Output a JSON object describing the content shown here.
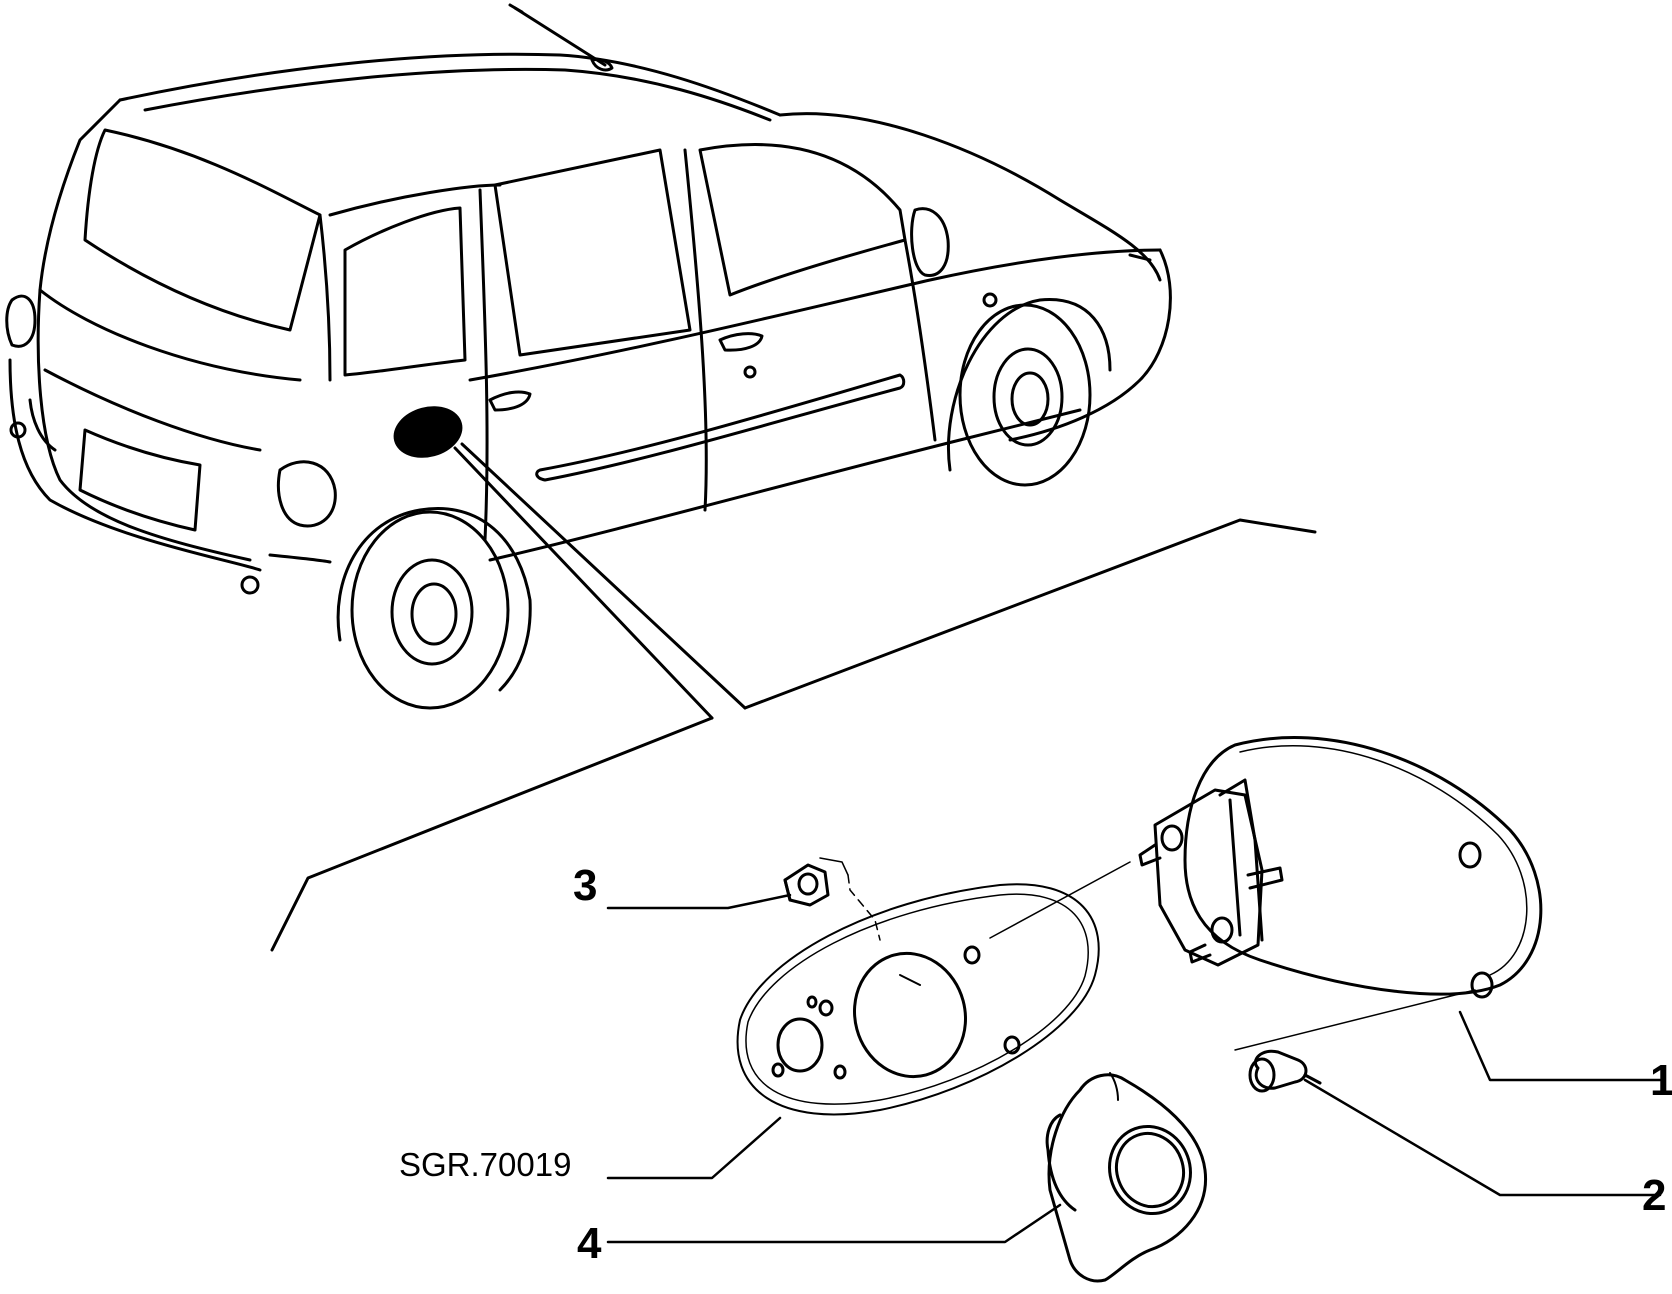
{
  "diagram": {
    "reference_code": "SGR.70019",
    "callouts": [
      {
        "id": "1",
        "label": "1"
      },
      {
        "id": "2",
        "label": "2"
      },
      {
        "id": "3",
        "label": "3"
      },
      {
        "id": "4",
        "label": "4"
      }
    ]
  },
  "colors": {
    "line": "#000000",
    "background": "#ffffff"
  }
}
